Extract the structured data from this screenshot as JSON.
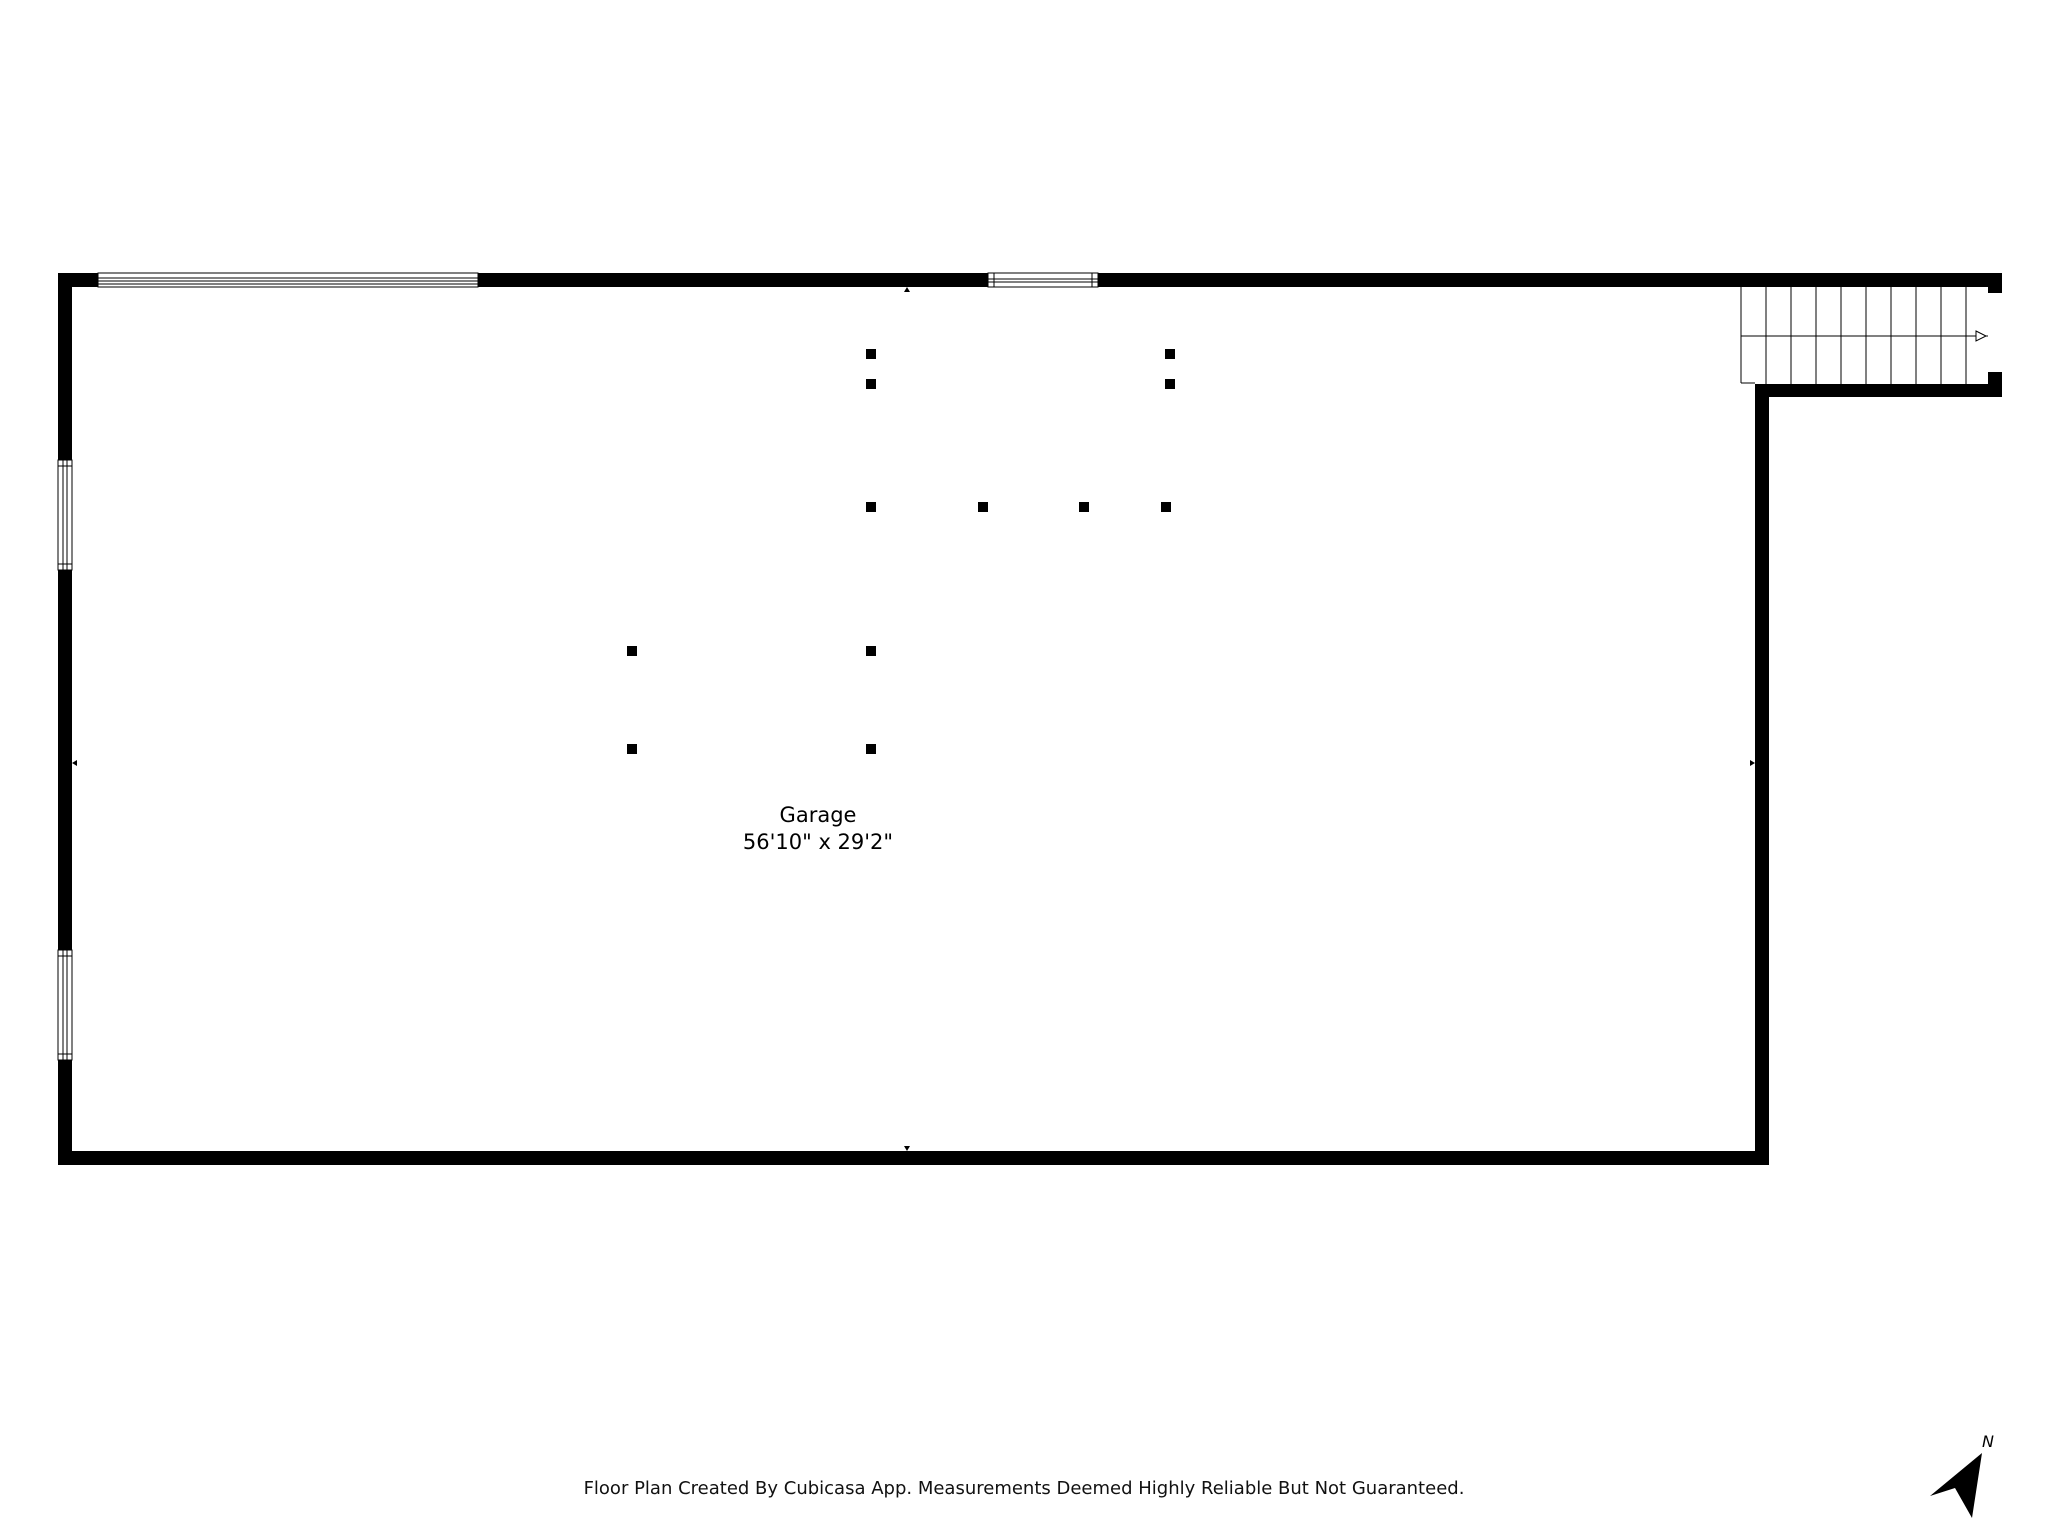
{
  "room": {
    "name": "Garage",
    "dimensions": "56'10\" x 29'2\""
  },
  "footer": {
    "note": "Floor Plan Created By Cubicasa App. Measurements Deemed Highly Reliable But Not Guaranteed."
  },
  "compass": {
    "label": "N"
  },
  "colors": {
    "wall": "#000000",
    "background": "#ffffff"
  }
}
